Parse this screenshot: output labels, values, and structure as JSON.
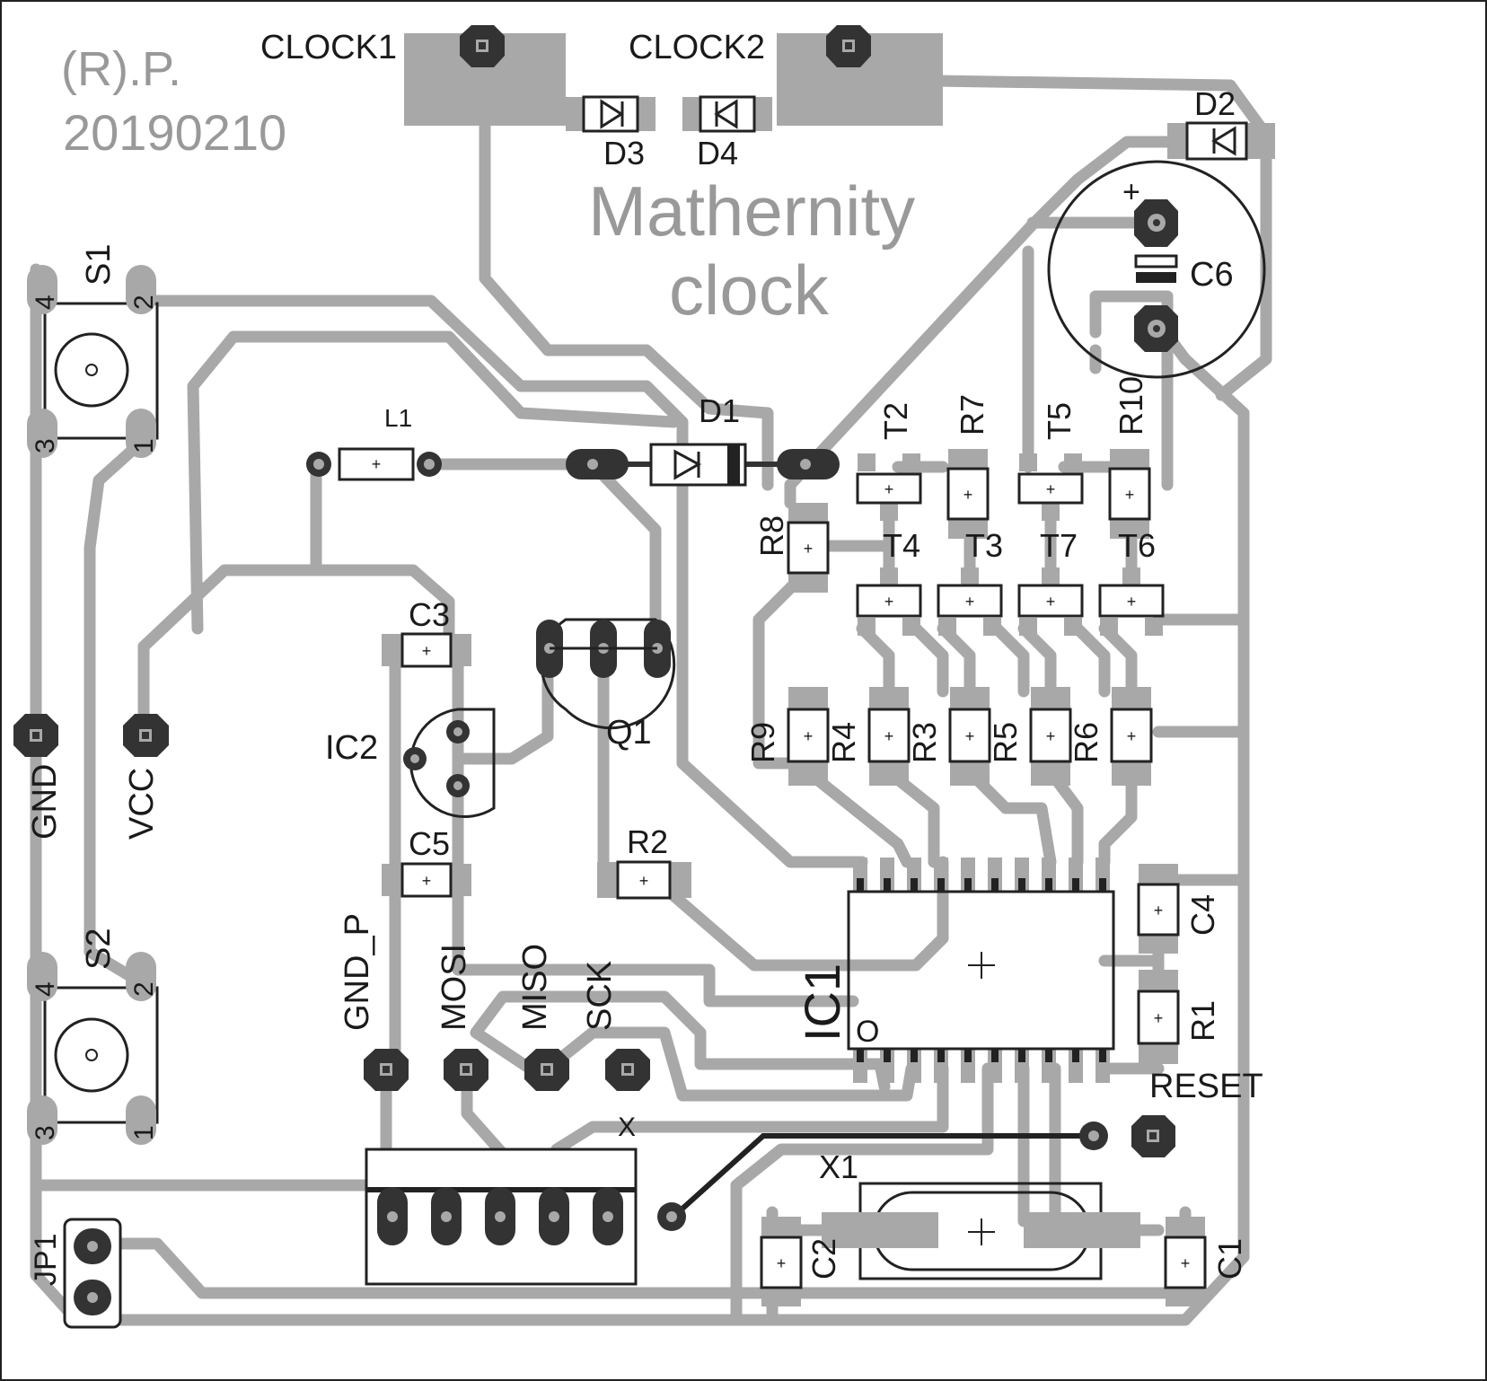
{
  "board": {
    "credit": "(R).P.",
    "date": "20190210",
    "title_line1": "Mathernity",
    "title_line2": "clock",
    "colors": {
      "trace": "#a8a8a8",
      "pad": "#a8a8a8",
      "silk": "#1a1a1a",
      "drill": "#333333",
      "background": "#ffffff"
    }
  },
  "labels": {
    "clock1": "CLOCK1",
    "clock2": "CLOCK2",
    "d1": "D1",
    "d2": "D2",
    "d3": "D3",
    "d4": "D4",
    "l1": "L1",
    "c1": "C1",
    "c2": "C2",
    "c3": "C3",
    "c4": "C4",
    "c5": "C5",
    "c6": "C6",
    "c6_plus": "+",
    "s1": "S1",
    "s2": "S2",
    "ic1": "IC1",
    "ic2": "IC2",
    "ic1_pin1": "O",
    "q1": "Q1",
    "r1": "R1",
    "r2": "R2",
    "r3": "R3",
    "r4": "R4",
    "r5": "R5",
    "r6": "R6",
    "r7": "R7",
    "r8": "R8",
    "r9": "R9",
    "r10": "R10",
    "t2": "T2",
    "t3": "T3",
    "t4": "T4",
    "t5": "T5",
    "t6": "T6",
    "t7": "T7",
    "x1": "X1",
    "x": "X",
    "gnd": "GND",
    "vcc": "VCC",
    "gnd_p": "GND_P",
    "mosi": "MOSI",
    "miso": "MISO",
    "sck": "SCK",
    "reset": "RESET",
    "jp1": "JP1",
    "s1_pin4": "4",
    "s1_pin2": "2",
    "s1_pin3": "3",
    "s1_pin1": "1",
    "s2_pin4": "4",
    "s2_pin2": "2",
    "s2_pin3": "3",
    "s2_pin1": "1"
  }
}
